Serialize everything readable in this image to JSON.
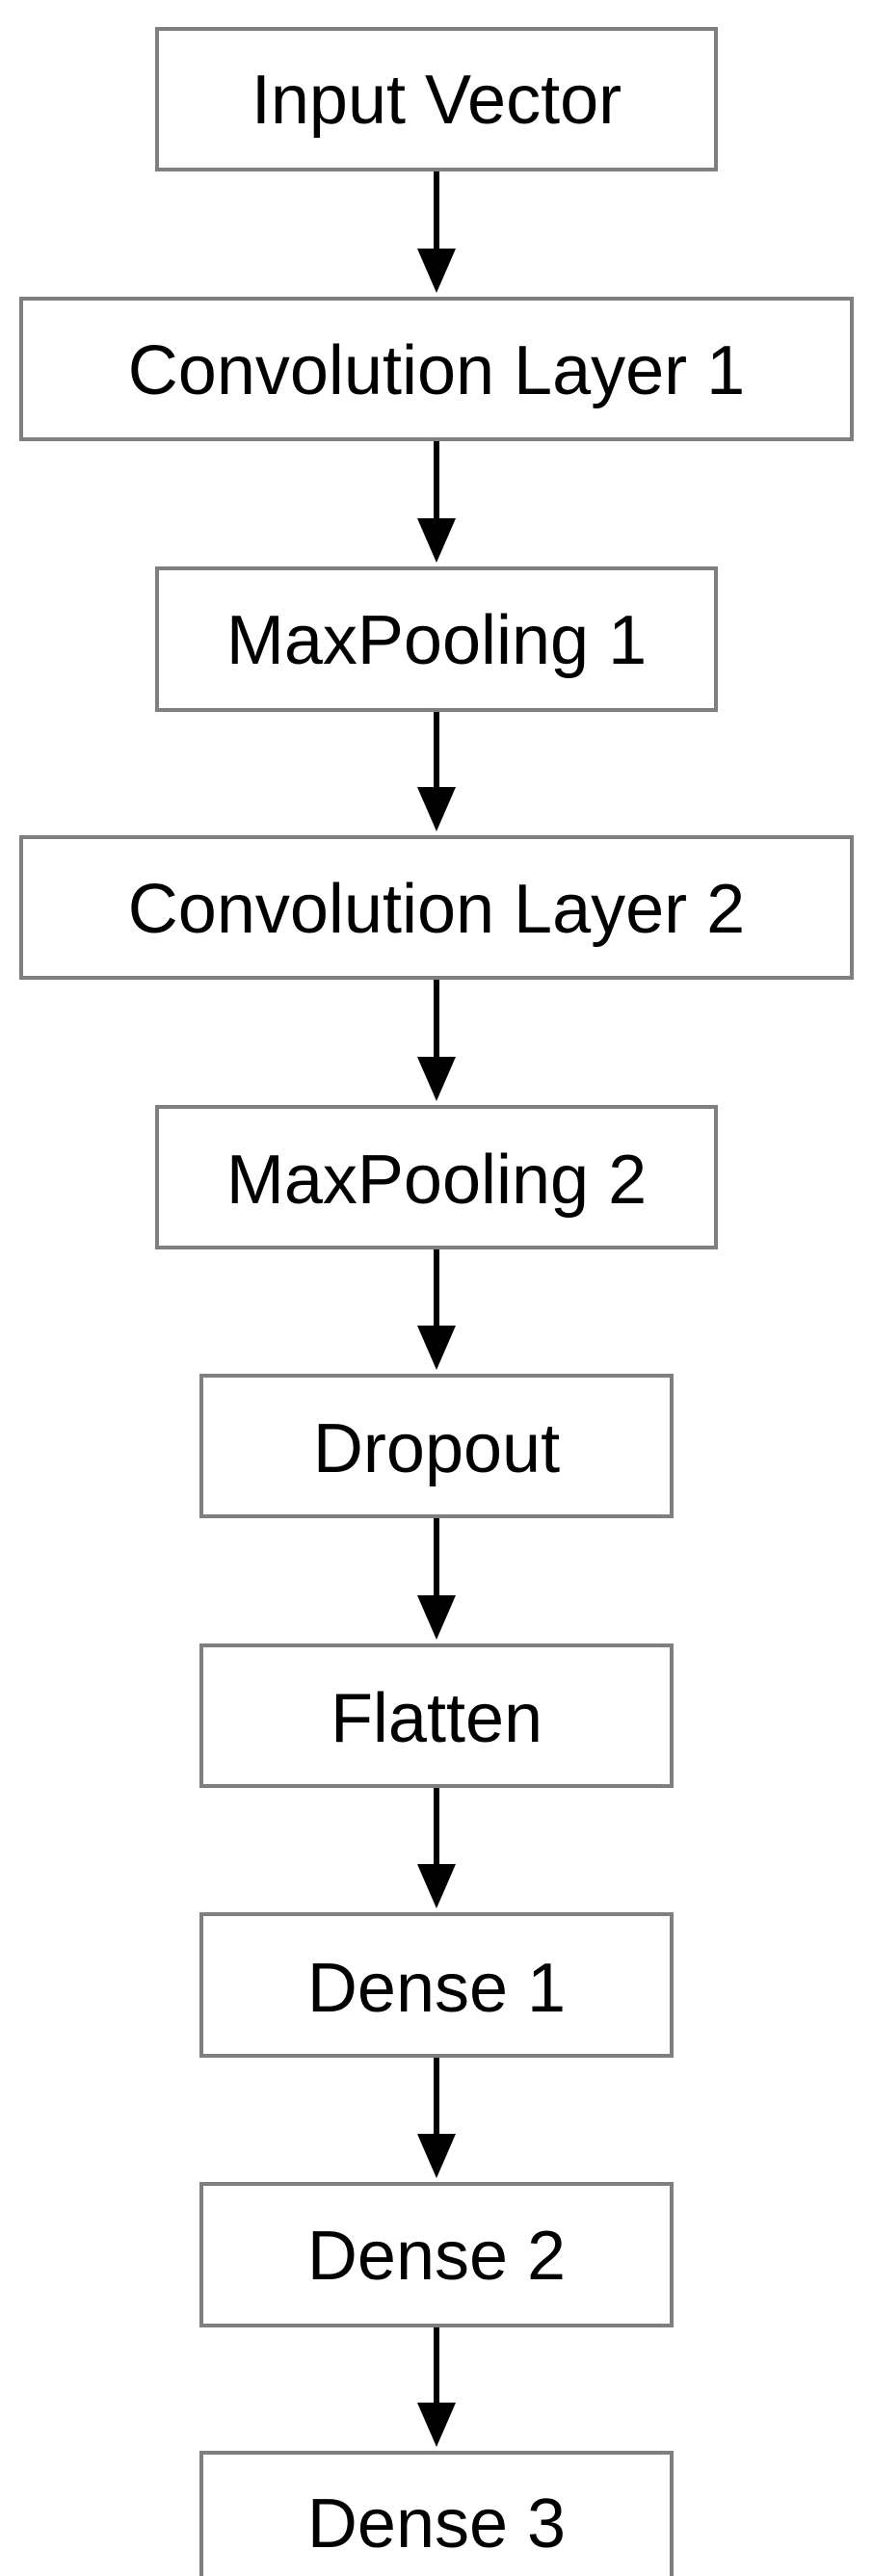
{
  "diagram": {
    "nodes": [
      {
        "id": "input",
        "label": "Input Vector"
      },
      {
        "id": "conv1",
        "label": "Convolution Layer 1"
      },
      {
        "id": "pool1",
        "label": "MaxPooling 1"
      },
      {
        "id": "conv2",
        "label": "Convolution Layer 2"
      },
      {
        "id": "pool2",
        "label": "MaxPooling 2"
      },
      {
        "id": "dropout",
        "label": "Dropout"
      },
      {
        "id": "flatten",
        "label": "Flatten"
      },
      {
        "id": "dense1",
        "label": "Dense 1"
      },
      {
        "id": "dense2",
        "label": "Dense 2"
      },
      {
        "id": "dense3",
        "label": "Dense 3"
      }
    ],
    "edges": [
      {
        "from": "input",
        "to": "conv1"
      },
      {
        "from": "conv1",
        "to": "pool1"
      },
      {
        "from": "pool1",
        "to": "conv2"
      },
      {
        "from": "conv2",
        "to": "pool2"
      },
      {
        "from": "pool2",
        "to": "dropout"
      },
      {
        "from": "dropout",
        "to": "flatten"
      },
      {
        "from": "flatten",
        "to": "dense1"
      },
      {
        "from": "dense1",
        "to": "dense2"
      },
      {
        "from": "dense2",
        "to": "dense3"
      }
    ],
    "colors": {
      "box_border": "#7f7f7f",
      "arrow": "#000000",
      "text": "#000000",
      "background": "#ffffff"
    }
  }
}
